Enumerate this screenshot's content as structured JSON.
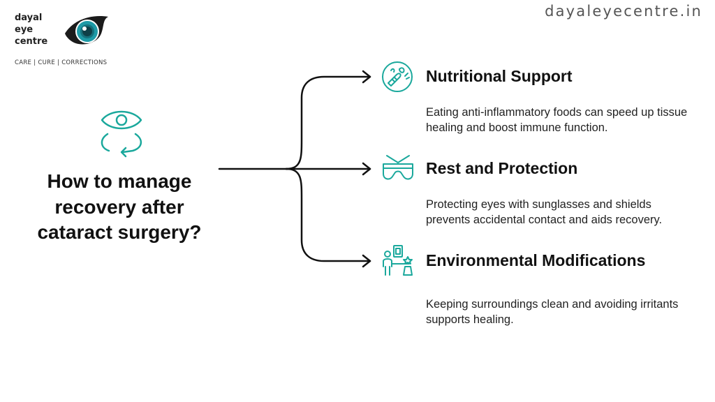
{
  "brand": {
    "name_lines": [
      "dayal",
      "eye",
      "centre"
    ],
    "tagline": "CARE | CURE | CORRECTIONS",
    "website": "dayaleyecentre.in"
  },
  "main": {
    "question": "How to manage recovery after cataract surgery?"
  },
  "branches": [
    {
      "icon": "healthy-food-icon",
      "title": "Nutritional Support",
      "description": "Eating anti-inflammatory foods can speed up tissue healing and boost immune function."
    },
    {
      "icon": "protective-glasses-icon",
      "title": "Rest and Protection",
      "description": "Protecting eyes with sunglasses and shields prevents accidental contact and aids recovery."
    },
    {
      "icon": "environment-icon",
      "title": "Environmental Modifications",
      "description": "Keeping surroundings clean and avoiding irritants supports healing."
    }
  ],
  "colors": {
    "accent": "#1aa89c",
    "text": "#111111",
    "logo_dark": "#1b1b1b",
    "logo_teal": "#1e9aa6"
  }
}
